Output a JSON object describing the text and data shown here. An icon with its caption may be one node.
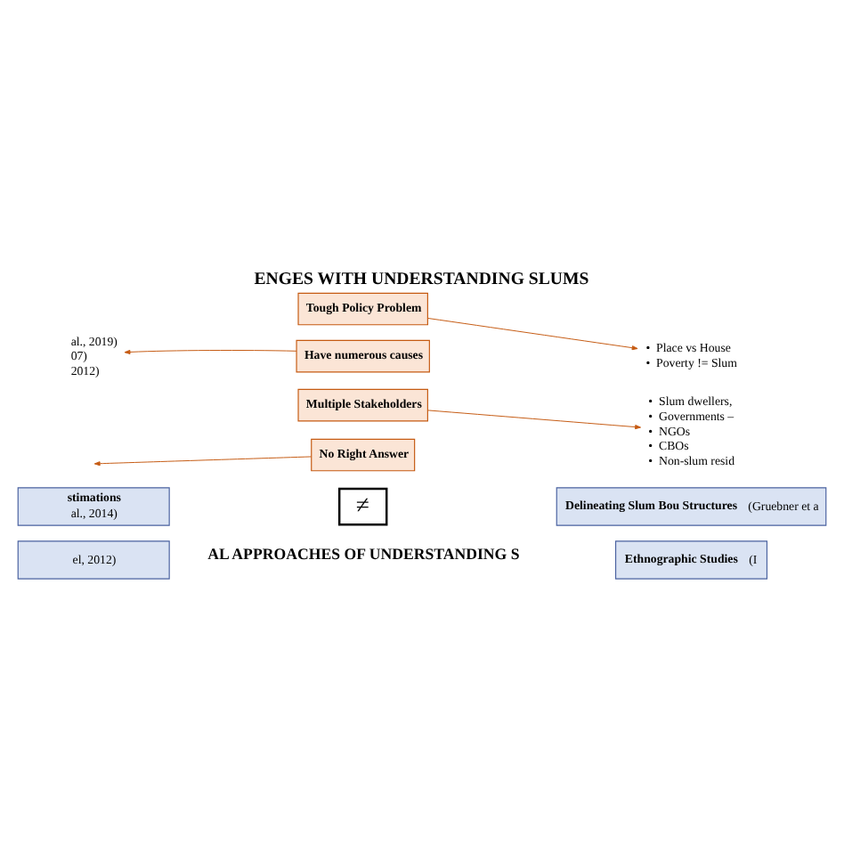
{
  "diagram": {
    "title": "ENGES WITH UNDERSTANDING SLUMS",
    "nodes": [
      {
        "text": [
          "Tough Policy Problem"
        ]
      },
      {
        "text": [
          "Have numerous causes"
        ]
      },
      {
        "text": [
          "Multiple Stakeholders"
        ]
      },
      {
        "text": [
          "No Right Answer"
        ]
      },
      {
        "text": [
          "al., 2019)",
          "07)",
          "2012)"
        ]
      },
      {
        "text": [
          "•  Place vs House",
          "•  Poverty != Slum"
        ]
      },
      {
        "text": [
          "•  Slum dwellers,",
          "•  Governments –",
          "•  NGOs",
          "•  CBOs",
          "•  Non-slum resid"
        ]
      },
      {
        "text": [
          "≠"
        ]
      },
      {
        "text": [
          "**stimations**",
          "al., 2014)"
        ]
      },
      {
        "text": [
          "el, 2012)"
        ]
      },
      {
        "text": [
          "**Delineating Slum Bou Structures** (Gruebner et a"
        ]
      },
      {
        "text": [
          "**Ethnographic Studies** (I"
        ]
      }
    ],
    "edges": [
      {
        "from": 0,
        "to": 5,
        "arrow": "to"
      },
      {
        "from": 1,
        "to": 4,
        "arrow": "to"
      },
      {
        "from": 2,
        "to": 6,
        "arrow": "to"
      },
      {
        "from": 3,
        "to": null,
        "arrow": "to"
      }
    ],
    "labels": [
      "AL APPROACHES OF UNDERSTANDING S"
    ]
  }
}
